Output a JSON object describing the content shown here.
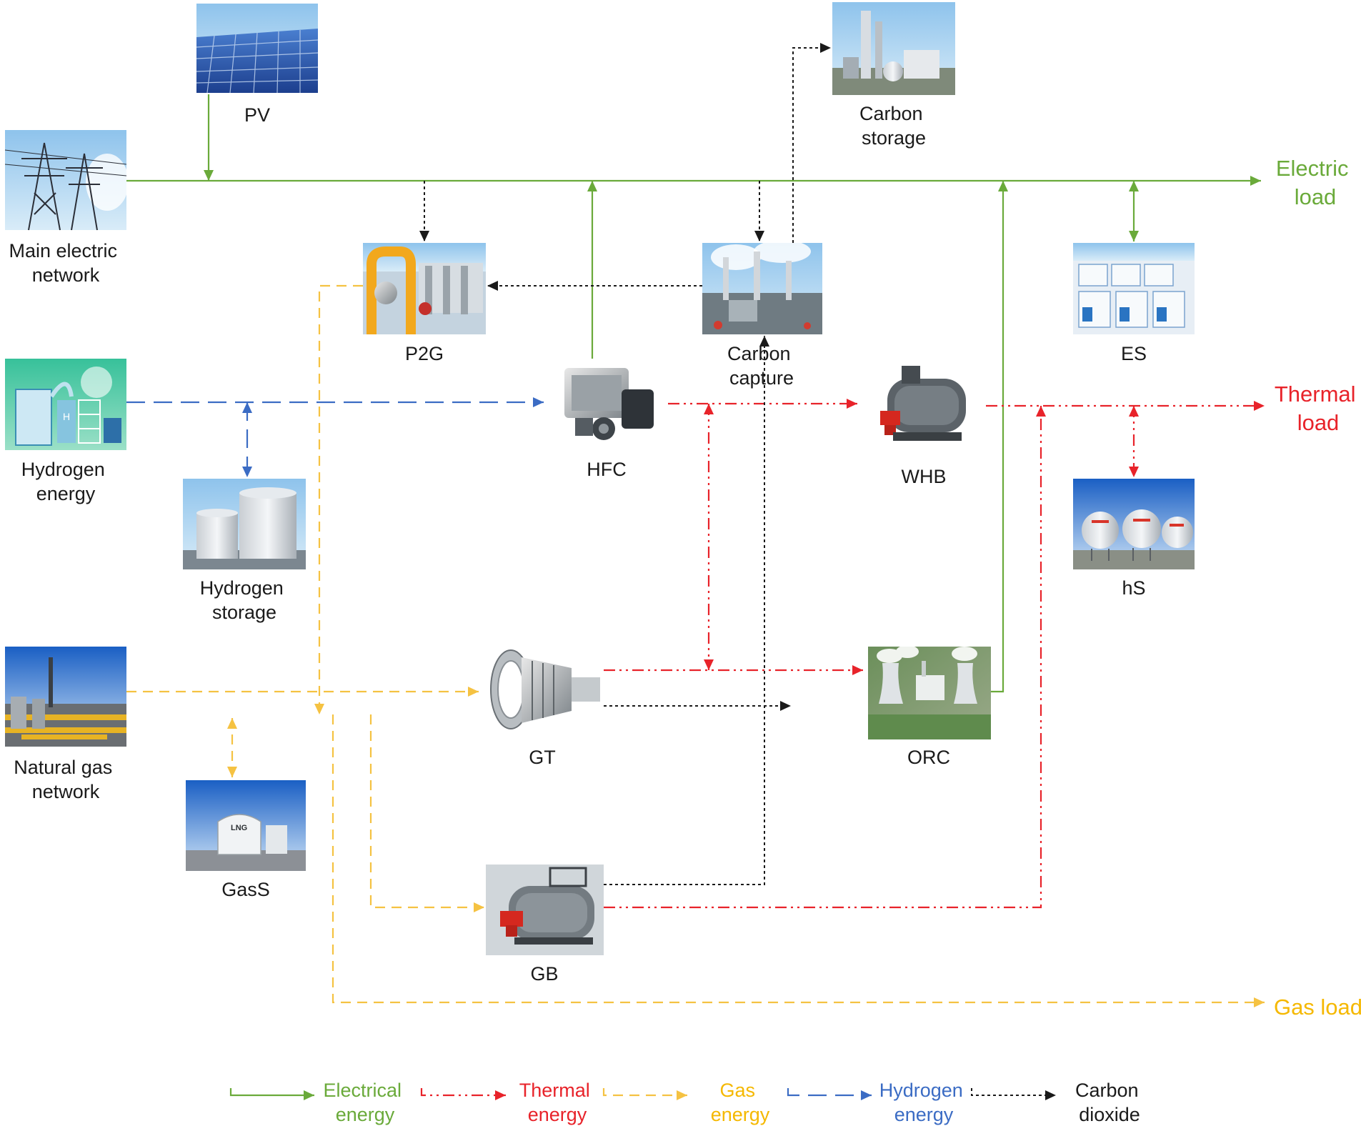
{
  "colors": {
    "electric": "#6aaa3a",
    "thermal": "#e8232a",
    "gas": "#f5c242",
    "hydrogen": "#3b6cc4",
    "carbon": "#1a1a1a"
  },
  "nodes": {
    "pv": {
      "label": [
        "PV"
      ],
      "icon": "solar-panel-icon"
    },
    "main_grid": {
      "label": [
        "Main electric",
        "network"
      ],
      "icon": "power-tower-icon"
    },
    "carbon_storage": {
      "label": [
        "Carbon",
        "storage"
      ],
      "icon": "carbon-storage-plant-icon"
    },
    "p2g": {
      "label": [
        "P2G"
      ],
      "icon": "p2g-pipework-icon"
    },
    "carbon_capture": {
      "label": [
        "Carbon",
        "capture"
      ],
      "icon": "carbon-capture-plant-icon"
    },
    "es": {
      "label": [
        "ES"
      ],
      "icon": "battery-storage-icon"
    },
    "hydrogen_energy": {
      "label": [
        "Hydrogen",
        "energy"
      ],
      "icon": "hydrogen-plant-icon"
    },
    "hfc": {
      "label": [
        "HFC"
      ],
      "icon": "fuel-cell-engine-icon"
    },
    "whb": {
      "label": [
        "WHB"
      ],
      "icon": "waste-heat-boiler-icon"
    },
    "hydrogen_storage": {
      "label": [
        "Hydrogen",
        "storage"
      ],
      "icon": "hydrogen-tank-icon"
    },
    "hs": {
      "label": [
        "hS"
      ],
      "icon": "heat-storage-spheres-icon"
    },
    "gas_network": {
      "label": [
        "Natural gas",
        "network"
      ],
      "icon": "gas-pipeline-icon"
    },
    "gt": {
      "label": [
        "GT"
      ],
      "icon": "gas-turbine-icon"
    },
    "orc": {
      "label": [
        "ORC"
      ],
      "icon": "cooling-tower-plant-icon"
    },
    "gas_storage": {
      "label": [
        "GasS"
      ],
      "icon": "lng-tank-icon",
      "tank_text": "LNG"
    },
    "gb": {
      "label": [
        "GB"
      ],
      "icon": "gas-boiler-icon"
    }
  },
  "loads": {
    "electric": [
      "Electric",
      "load"
    ],
    "thermal": [
      "Thermal",
      "load"
    ],
    "gas": [
      "Gas load"
    ]
  },
  "legend": [
    {
      "type": "electric",
      "label": [
        "Electrical",
        "energy"
      ]
    },
    {
      "type": "thermal",
      "label": [
        "Thermal",
        "energy"
      ]
    },
    {
      "type": "gas",
      "label": [
        "Gas",
        "energy"
      ]
    },
    {
      "type": "hydrogen",
      "label": [
        "Hydrogen",
        "energy"
      ]
    },
    {
      "type": "carbon",
      "label": [
        "Carbon",
        "dioxide"
      ]
    }
  ]
}
